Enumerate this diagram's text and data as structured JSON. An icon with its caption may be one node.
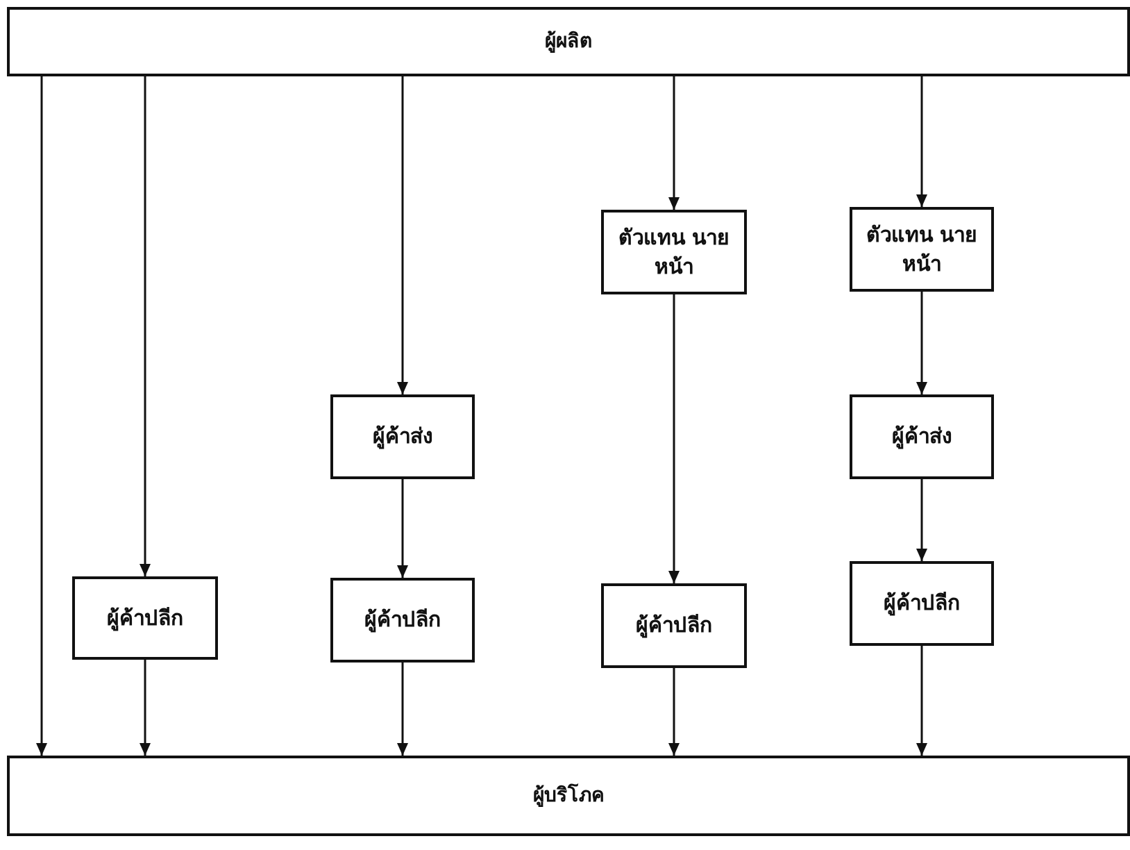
{
  "diagram": {
    "nodes": [
      {
        "text": [
          "ผู้ผลิต"
        ]
      },
      {
        "text": [
          "ผู้ค้าปลีก"
        ]
      },
      {
        "text": [
          "ผู้ค้าส่ง"
        ]
      },
      {
        "text": [
          "ผู้ค้าปลีก"
        ]
      },
      {
        "text": [
          "ตัวแทน นายหน้า"
        ]
      },
      {
        "text": [
          "ผู้ค้าปลีก"
        ]
      },
      {
        "text": [
          "ตัวแทน นายหน้า"
        ]
      },
      {
        "text": [
          "ผู้ค้าส่ง"
        ]
      },
      {
        "text": [
          "ผู้ค้าปลีก"
        ]
      },
      {
        "text": [
          "ผู้บริโภค"
        ]
      }
    ],
    "edges": [
      {
        "from": 0,
        "to": 9,
        "arrow": "to"
      },
      {
        "from": 0,
        "to": 1,
        "arrow": "to"
      },
      {
        "from": 1,
        "to": 9,
        "arrow": "to"
      },
      {
        "from": 0,
        "to": 2,
        "arrow": "to"
      },
      {
        "from": 2,
        "to": 3,
        "arrow": "to"
      },
      {
        "from": 3,
        "to": 9,
        "arrow": "to"
      },
      {
        "from": 0,
        "to": 4,
        "arrow": "to"
      },
      {
        "from": 4,
        "to": 5,
        "arrow": "to"
      },
      {
        "from": 5,
        "to": 9,
        "arrow": "to"
      },
      {
        "from": 0,
        "to": 6,
        "arrow": "to"
      },
      {
        "from": 6,
        "to": 7,
        "arrow": "to"
      },
      {
        "from": 7,
        "to": 8,
        "arrow": "to"
      },
      {
        "from": 8,
        "to": 9,
        "arrow": "to"
      }
    ]
  }
}
